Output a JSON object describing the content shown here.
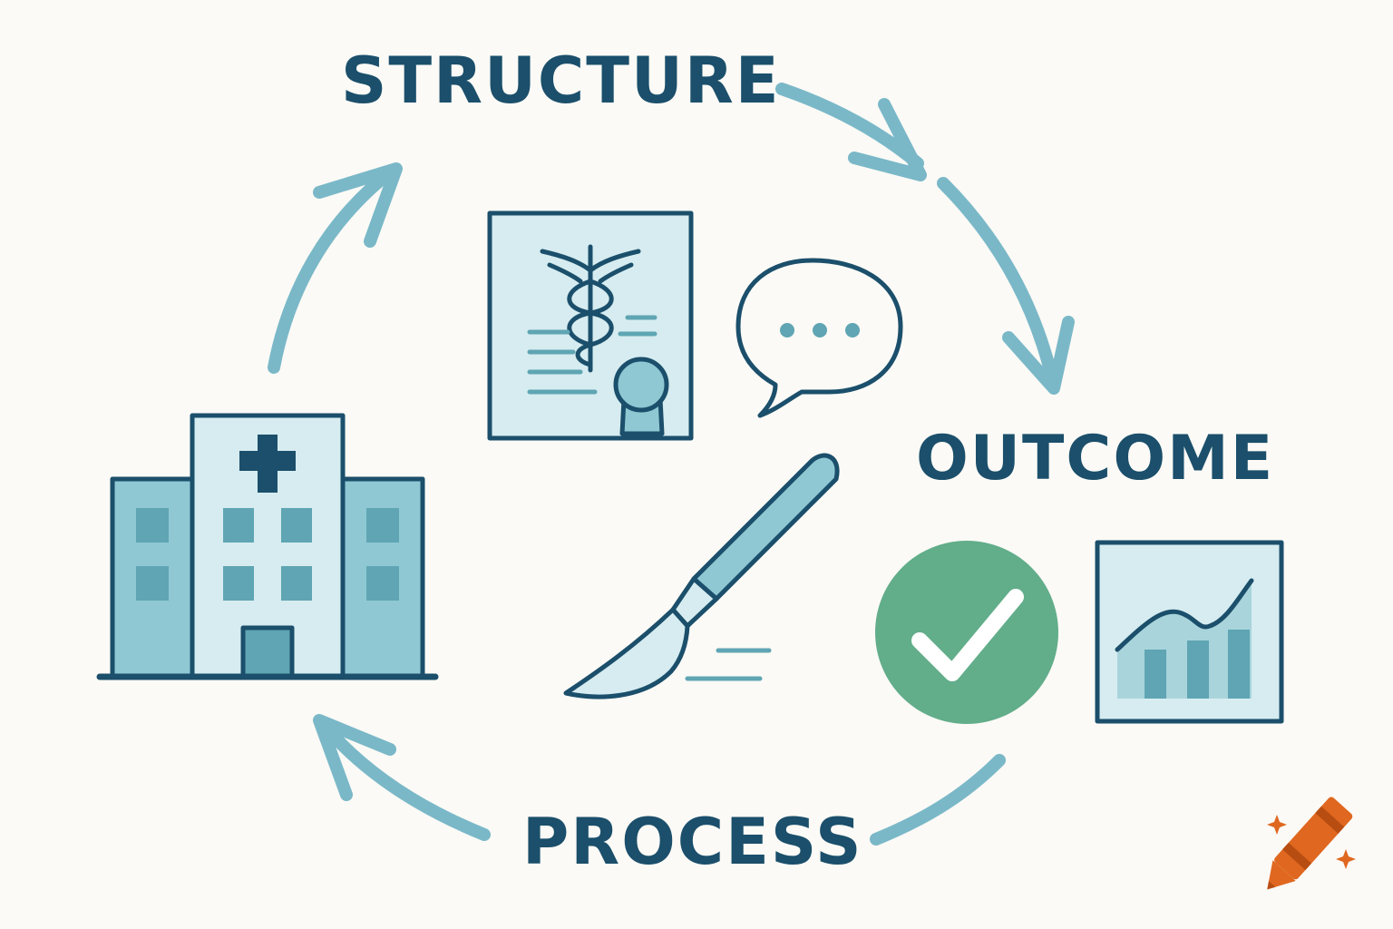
{
  "diagram": {
    "labels": {
      "structure": "STRUCTURE",
      "outcome": "OUTCOME",
      "process": "PROCESS"
    },
    "cycle_order": [
      "STRUCTURE",
      "OUTCOME",
      "PROCESS"
    ],
    "icons": {
      "hospital": "hospital-icon",
      "certificate": "medical-certificate-icon",
      "speech": "speech-bubble-icon",
      "scalpel": "scalpel-icon",
      "checkmark": "checkmark-circle-icon",
      "chart": "trend-chart-icon",
      "crayon": "crayon-logo-icon"
    },
    "colors": {
      "navy": "#1b4f6b",
      "arrow_teal": "#7ab8c8",
      "light_fill": "#d6ecf0",
      "mid_fill": "#8fc8d3",
      "window_fill": "#5fa5b3",
      "check_green": "#62ad8a",
      "crayon_orange": "#e0671f",
      "background": "#fbfaf6"
    }
  }
}
